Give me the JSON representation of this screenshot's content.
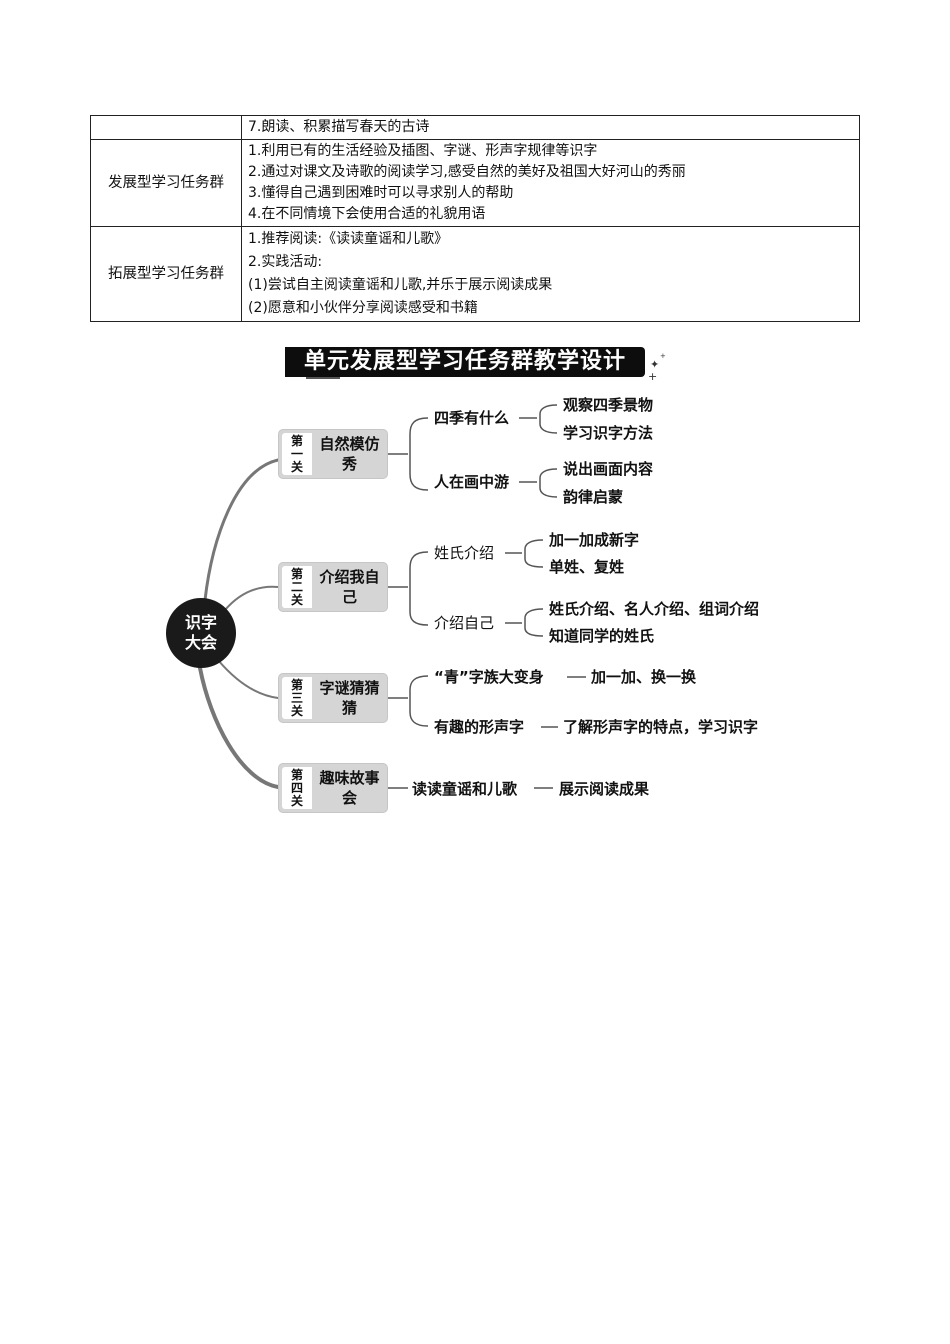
{
  "table": {
    "rows": [
      {
        "label": "",
        "lines": [
          "7.朗读、积累描写春天的古诗"
        ]
      },
      {
        "label": "发展型学习任务群",
        "lines": [
          "1.利用已有的生活经验及插图、字谜、形声字规律等识字",
          "2.通过对课文及诗歌的阅读学习,感受自然的美好及祖国大好河山的秀丽",
          "3.懂得自己遇到困难时可以寻求别人的帮助",
          "4.在不同情境下会使用合适的礼貌用语"
        ]
      },
      {
        "label": "拓展型学习任务群",
        "lines": [
          "1.推荐阅读:《读读童谣和儿歌》",
          "2.实践活动:",
          "(1)尝试自主阅读童谣和儿歌,并乐于展示阅读成果",
          "(2)愿意和小伙伴分享阅读感受和书籍"
        ]
      }
    ]
  },
  "mindmap": {
    "title": "单元发展型学习任务群教学设计",
    "hub": {
      "line1": "识字",
      "line2": "大会"
    },
    "stages": [
      {
        "num": [
          "第",
          "一",
          "关"
        ],
        "name": "自然模仿秀",
        "branches": [
          {
            "label": "四季有什么",
            "leaves": [
              "观察四季景物",
              "学习识字方法"
            ]
          },
          {
            "label": "人在画中游",
            "leaves": [
              "说出画面内容",
              "韵律启蒙"
            ]
          }
        ]
      },
      {
        "num": [
          "第",
          "二",
          "关"
        ],
        "name": "介绍我自己",
        "branches": [
          {
            "label": "姓氏介绍",
            "leaves": [
              "加一加成新字",
              "单姓、复姓"
            ]
          },
          {
            "label": "介绍自己",
            "leaves": [
              "姓氏介绍、名人介绍、组词介绍",
              "知道同学的姓氏"
            ]
          }
        ]
      },
      {
        "num": [
          "第",
          "三",
          "关"
        ],
        "name": "字谜猜猜猜",
        "branches": [
          {
            "label": "“青”字族大变身",
            "leaves": [
              "加一加、换一换"
            ]
          },
          {
            "label": "有趣的形声字",
            "leaves": [
              "了解形声字的特点，学习识字"
            ]
          }
        ]
      },
      {
        "num": [
          "第",
          "四",
          "关"
        ],
        "name": "趣味故事会",
        "branches": [
          {
            "label": "读读童谣和儿歌",
            "leaves": [
              "展示阅读成果"
            ]
          }
        ]
      }
    ]
  }
}
